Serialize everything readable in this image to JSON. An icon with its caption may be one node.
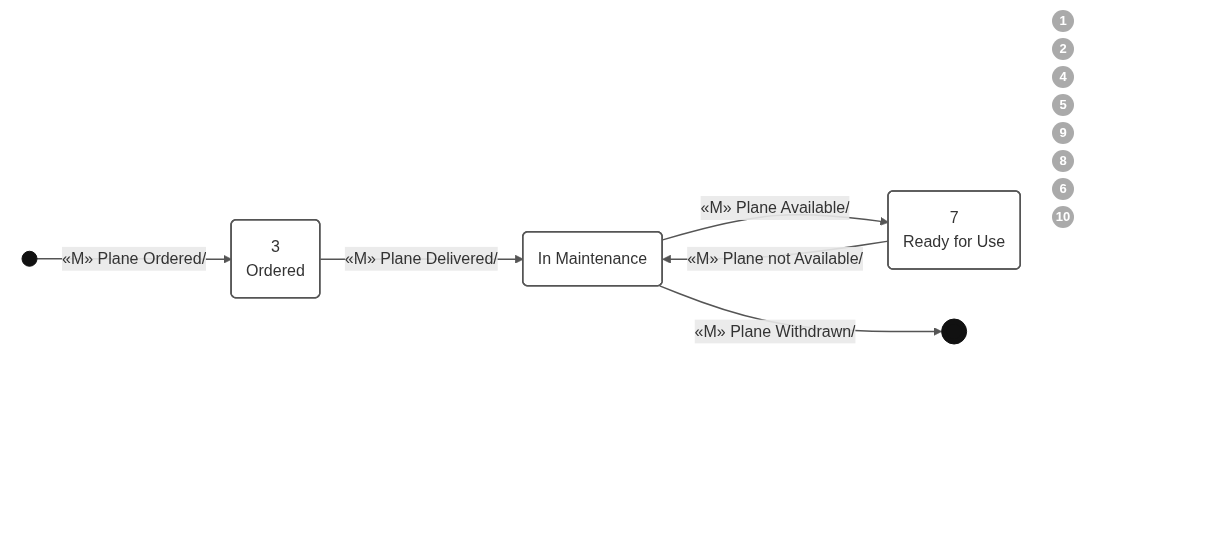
{
  "diagram": {
    "nodes": [
      {
        "text": [],
        "shape": "circle"
      },
      {
        "text": [
          "3",
          "Ordered"
        ]
      },
      {
        "text": [
          "In Maintenance"
        ]
      },
      {
        "text": [
          "7",
          "Ready for Use"
        ]
      },
      {
        "text": [],
        "shape": "circle"
      }
    ],
    "edges": [
      {
        "from": 0,
        "to": 1,
        "arrow": "to",
        "label": "«M» Plane Ordered/"
      },
      {
        "from": 1,
        "to": 2,
        "arrow": "to",
        "label": "«M» Plane Delivered/"
      },
      {
        "from": 2,
        "to": 3,
        "arrow": "to",
        "label": "«M» Plane Available/"
      },
      {
        "from": 3,
        "to": 2,
        "arrow": "to",
        "label": "«M» Plane not Available/"
      },
      {
        "from": 2,
        "to": 4,
        "arrow": "to",
        "label": "«M» Plane Withdrawn/"
      }
    ],
    "labels": [
      "1",
      "2",
      "4",
      "5",
      "9",
      "8",
      "6",
      "10"
    ]
  }
}
